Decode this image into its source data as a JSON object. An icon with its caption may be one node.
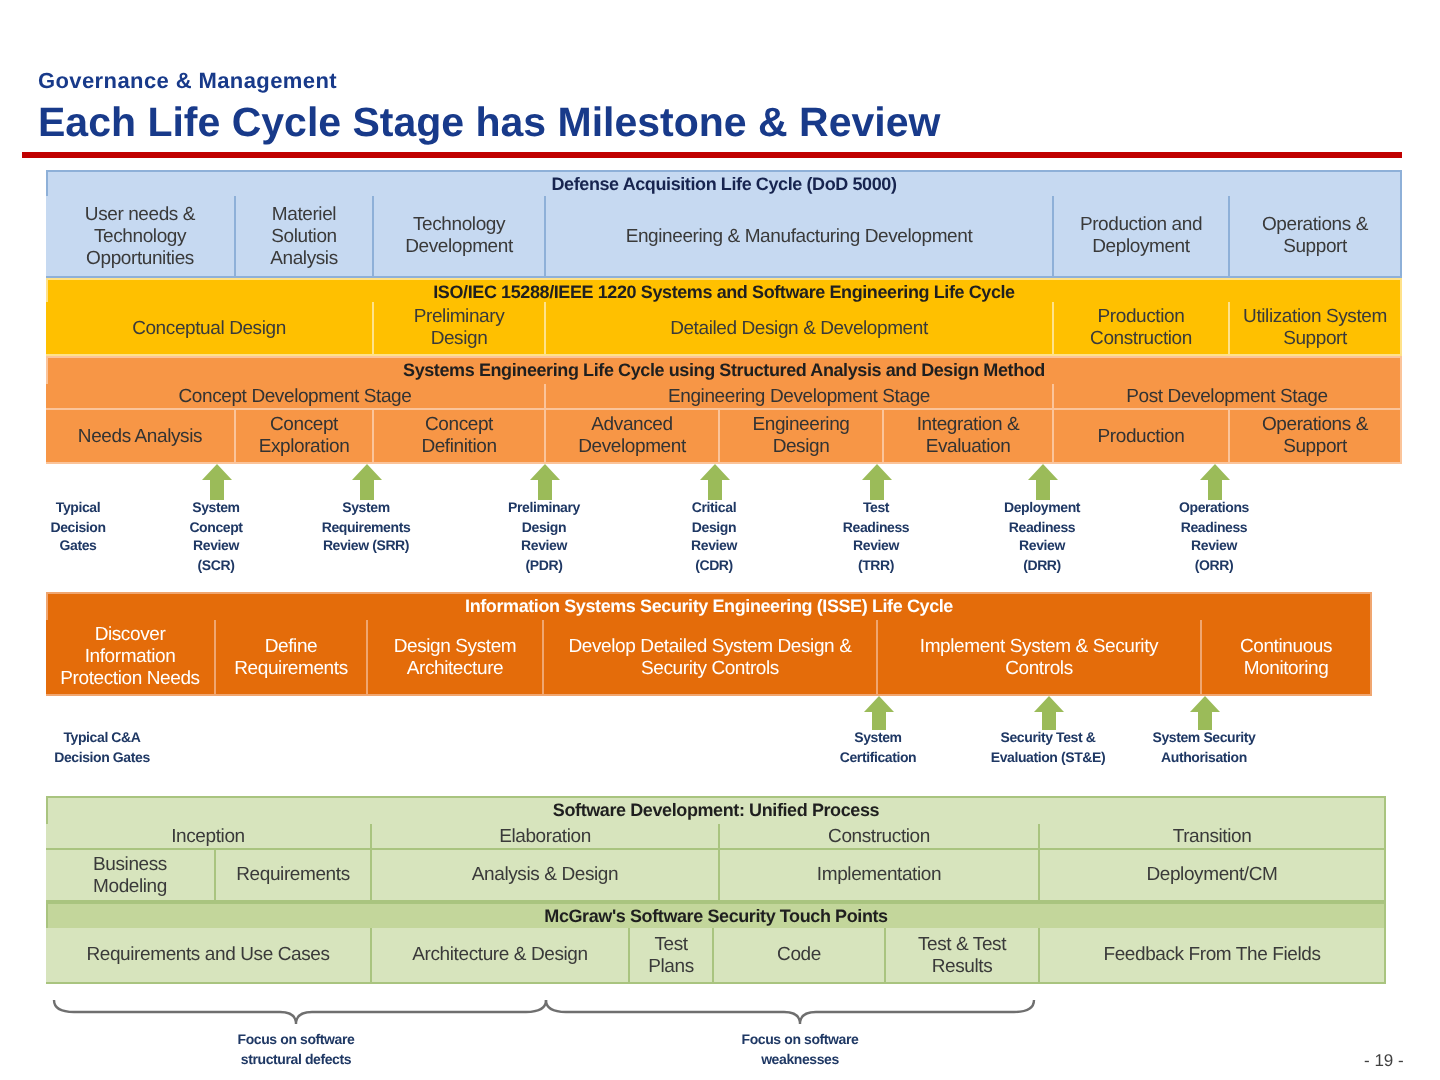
{
  "diagram": {
    "title": "Each Life Cycle Stage has Milestone & Review",
    "nodes": [
      {
        "text": [
          "Defense Acquisition Life Cycle (DoD 5000)"
        ]
      },
      {
        "text": [
          "User needs & Technology Opportunities"
        ],
        "in": 0
      },
      {
        "text": [
          "Materiel Solution Analysis"
        ],
        "in": 0
      },
      {
        "text": [
          "Technology Development"
        ],
        "in": 0
      },
      {
        "text": [
          "Engineering & Manufacturing Development"
        ],
        "in": 0
      },
      {
        "text": [
          "Production and Deployment"
        ],
        "in": 0
      },
      {
        "text": [
          "Operations & Support"
        ],
        "in": 0
      },
      {
        "text": [
          "ISO/IEC 15288/IEEE 1220 Systems and Software Engineering Life Cycle"
        ]
      },
      {
        "text": [
          "Conceptual Design"
        ],
        "in": 7
      },
      {
        "text": [
          "Preliminary Design"
        ],
        "in": 7
      },
      {
        "text": [
          "Detailed Design & Development"
        ],
        "in": 7
      },
      {
        "text": [
          "Production Construction"
        ],
        "in": 7
      },
      {
        "text": [
          "Utilization System Support"
        ],
        "in": 7
      },
      {
        "text": [
          "Systems Engineering Life Cycle using Structured Analysis and Design Method"
        ]
      },
      {
        "text": [
          "Concept Development Stage"
        ],
        "in": 13
      },
      {
        "text": [
          "Engineering Development Stage"
        ],
        "in": 13
      },
      {
        "text": [
          "Post Development Stage"
        ],
        "in": 13
      },
      {
        "text": [
          "Needs Analysis"
        ],
        "in": 13
      },
      {
        "text": [
          "Concept Exploration"
        ],
        "in": 13
      },
      {
        "text": [
          "Concept Definition"
        ],
        "in": 13
      },
      {
        "text": [
          "Advanced Development"
        ],
        "in": 13
      },
      {
        "text": [
          "Engineering Design"
        ],
        "in": 13
      },
      {
        "text": [
          "Integration & Evaluation"
        ],
        "in": 13
      },
      {
        "text": [
          "Production"
        ],
        "in": 13
      },
      {
        "text": [
          "Operations & Support"
        ],
        "in": 13
      },
      {
        "text": [
          "System Concept Review (SCR)"
        ]
      },
      {
        "text": [
          "System Requirements Review (SRR)"
        ]
      },
      {
        "text": [
          "Preliminary Design Review (PDR)"
        ]
      },
      {
        "text": [
          "Critical Design Review (CDR)"
        ]
      },
      {
        "text": [
          "Test Readiness Review (TRR)"
        ]
      },
      {
        "text": [
          "Deployment Readiness Review (DRR)"
        ]
      },
      {
        "text": [
          "Operations Readiness Review (ORR)"
        ]
      },
      {
        "text": [
          "Information Systems Security Engineering (ISSE) Life Cycle"
        ]
      },
      {
        "text": [
          "Discover Information Protection Needs"
        ],
        "in": 32
      },
      {
        "text": [
          "Define Requirements"
        ],
        "in": 32
      },
      {
        "text": [
          "Design System Architecture"
        ],
        "in": 32
      },
      {
        "text": [
          "Develop Detailed System Design & Security Controls"
        ],
        "in": 32
      },
      {
        "text": [
          "Implement System & Security Controls"
        ],
        "in": 32
      },
      {
        "text": [
          "Continuous Monitoring"
        ],
        "in": 32
      },
      {
        "text": [
          "System Certification"
        ]
      },
      {
        "text": [
          "Security Test & Evaluation (ST&E)"
        ]
      },
      {
        "text": [
          "System Security Authorisation"
        ]
      },
      {
        "text": [
          "Software Development: Unified Process"
        ]
      },
      {
        "text": [
          "Inception"
        ],
        "in": 42
      },
      {
        "text": [
          "Elaboration"
        ],
        "in": 42
      },
      {
        "text": [
          "Construction"
        ],
        "in": 42
      },
      {
        "text": [
          "Transition"
        ],
        "in": 42
      },
      {
        "text": [
          "Business Modeling"
        ],
        "in": 42
      },
      {
        "text": [
          "Requirements"
        ],
        "in": 42
      },
      {
        "text": [
          "Analysis & Design"
        ],
        "in": 42
      },
      {
        "text": [
          "Implementation"
        ],
        "in": 42
      },
      {
        "text": [
          "Deployment/CM"
        ],
        "in": 42
      },
      {
        "text": [
          "McGraw's Software Security Touch Points"
        ]
      },
      {
        "text": [
          "Requirements and Use Cases"
        ],
        "in": 52
      },
      {
        "text": [
          "Architecture & Design"
        ],
        "in": 52
      },
      {
        "text": [
          "Test Plans"
        ],
        "in": 52
      },
      {
        "text": [
          "Code"
        ],
        "in": 52
      },
      {
        "text": [
          "Test & Test Results"
        ],
        "in": 52
      },
      {
        "text": [
          "Feedback From The Fields"
        ],
        "in": 52
      }
    ],
    "edges": [
      {
        "from": 25,
        "to": 13,
        "arrow": "to"
      },
      {
        "from": 26,
        "to": 13,
        "arrow": "to"
      },
      {
        "from": 27,
        "to": 13,
        "arrow": "to"
      },
      {
        "from": 28,
        "to": 13,
        "arrow": "to"
      },
      {
        "from": 29,
        "to": 13,
        "arrow": "to"
      },
      {
        "from": 30,
        "to": 13,
        "arrow": "to"
      },
      {
        "from": 31,
        "to": 13,
        "arrow": "to"
      },
      {
        "from": 39,
        "to": 32,
        "arrow": "to"
      },
      {
        "from": 40,
        "to": 32,
        "arrow": "to"
      },
      {
        "from": 41,
        "to": 32,
        "arrow": "to"
      }
    ],
    "labels": [
      "Governance & Management",
      "Typical Decision Gates",
      "Typical C&A Decision Gates",
      "Focus on software structural defects",
      "Focus on software weaknesses",
      "- 19 -"
    ]
  }
}
